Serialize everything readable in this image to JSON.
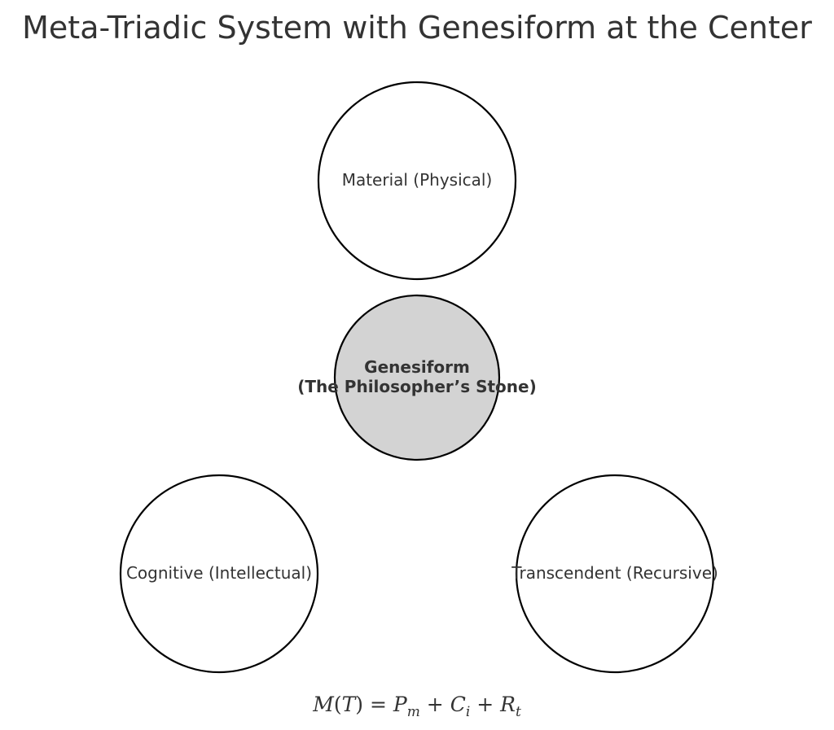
{
  "title": "Meta-Triadic System with Genesiform at the Center",
  "nodes": {
    "material": {
      "label": "Material (Physical)"
    },
    "center": {
      "line1": "Genesiform",
      "line2": "(The Philosopher’s Stone)",
      "fill": "#d3d3d3"
    },
    "cognitive": {
      "label": "Cognitive (Intellectual)"
    },
    "transcendent": {
      "label": "Transcendent (Recursive)"
    }
  },
  "formula": {
    "lhs_fn": "M",
    "lhs_open": "(",
    "lhs_arg": "T",
    "lhs_close": ")",
    "equals": " = ",
    "t1": "P",
    "t1_sub": "m",
    "plus1": " + ",
    "t2": "C",
    "t2_sub": "i",
    "plus2": " + ",
    "t3": "R",
    "t3_sub": "t"
  },
  "colors": {
    "stroke": "#000000",
    "text": "#333333",
    "outer_fill": "#ffffff",
    "center_fill": "#d3d3d3"
  }
}
